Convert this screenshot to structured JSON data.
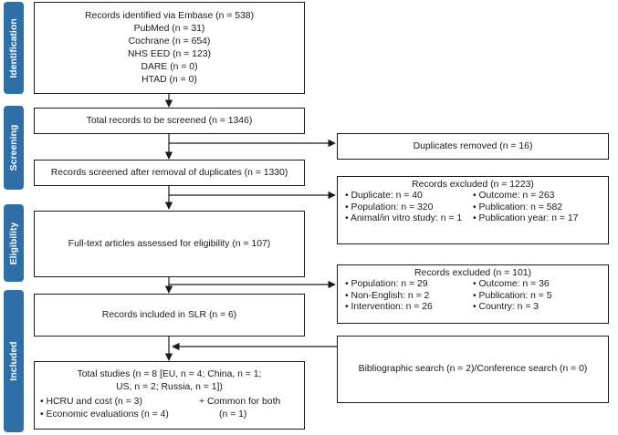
{
  "phases": {
    "identification": "Identification",
    "screening": "Screening",
    "eligibility": "Eligibility",
    "included": "Included"
  },
  "identified": {
    "lines": [
      "Records identified via Embase (n = 538)",
      "PubMed (n = 31)",
      "Cochrane (n = 654)",
      "NHS EED (n = 123)",
      "DARE (n = 0)",
      "HTAD (n = 0)"
    ]
  },
  "total_screened": "Total records to be screened (n = 1346)",
  "duplicates_removed": "Duplicates removed (n = 16)",
  "after_duplicates": "Records screened after removal of duplicates (n = 1330)",
  "excluded_1": {
    "title": "Records excluded (n = 1223)",
    "items": [
      "• Duplicate: n = 40",
      "• Outcome: n = 263",
      "• Population: n = 320",
      "• Publication: n = 582",
      "• Animal/in vitro study: n = 1",
      "• Publication year: n = 17"
    ]
  },
  "fulltext": "Full-text articles assessed for eligibility (n = 107)",
  "excluded_2": {
    "title": "Records excluded (n = 101)",
    "items": [
      "• Population: n = 29",
      "• Outcome: n = 36",
      "• Non-English: n = 2",
      "• Publication: n = 5",
      "• Intervention: n = 26",
      "• Country: n = 3"
    ]
  },
  "included_slr": "Records included in SLR (n = 6)",
  "bibliographic": "Bibliographic search (n = 2)/Conference search (n = 0)",
  "total_studies": {
    "line1": "Total studies (n = 8 [EU, n = 4; China, n = 1;",
    "line2": "US, n = 2; Russia, n = 1])",
    "hcru": "• HCRU and cost (n = 3)",
    "econ": "• Economic evaluations (n = 4)",
    "common1": "+ Common for both",
    "common2": "(n = 1)"
  },
  "colors": {
    "phase_bar": "#2f6fa7",
    "border": "#1a1a1a"
  }
}
